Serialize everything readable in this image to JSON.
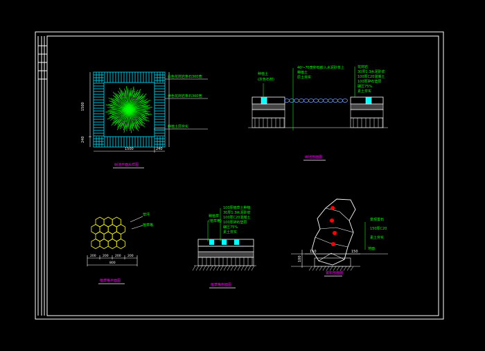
{
  "canvas": {
    "background": "#000000"
  },
  "colors": {
    "frame": "#ffffff",
    "annotation_green": "#00ff00",
    "title_magenta": "#ff00ff",
    "tree_cyan": "#00bcd4",
    "hex_yellow": "#ffff00",
    "marker_red": "#ff0000",
    "water_cyan": "#00ffff",
    "line_white": "#ffffff"
  },
  "plan_view": {
    "title": "树池平面大样图",
    "dim_bottom": "1500",
    "dim_right": "240",
    "dim_left_top": "1500",
    "dim_left_bottom": "240",
    "notes": [
      "白色花岗岩条石300宽",
      "黄色花岗岩条石300宽",
      "种植土层夯实"
    ]
  },
  "section_top_right": {
    "title": "树池剖面图",
    "notes_center": [
      "40～70宽卵石嵌入水泥砂浆上",
      "种植土",
      "原土夯实"
    ],
    "notes_left": [
      "种植土",
      "(灰色石材)"
    ],
    "notes_right": [
      "花岗岩",
      "30厚1:3水泥砂浆",
      "100厚C20混凝土",
      "100厚碎石垫层",
      "碾压75%",
      "素土夯实"
    ]
  },
  "hex_pattern": {
    "title": "植草格平面图",
    "notes": [
      "草坪",
      "植草格"
    ],
    "dims": [
      "200",
      "200",
      "200",
      "200"
    ],
    "dim_total": "800"
  },
  "section_bottom_middle": {
    "title": "植草格剖面图",
    "notes_left": [
      "种植草",
      "(植草格)"
    ],
    "notes_right": [
      "100厚植草土种植",
      "30厚1:3水泥砂浆",
      "100厚C20混凝土",
      "100厚碎石垫层",
      "碾压75%",
      "素土夯实"
    ]
  },
  "rock_section": {
    "title": "置石剖面图",
    "notes": [
      "景观置石",
      "150厚C20",
      "素土夯实"
    ],
    "dims": [
      "150",
      "150",
      "100"
    ],
    "ground_label": "地面"
  }
}
